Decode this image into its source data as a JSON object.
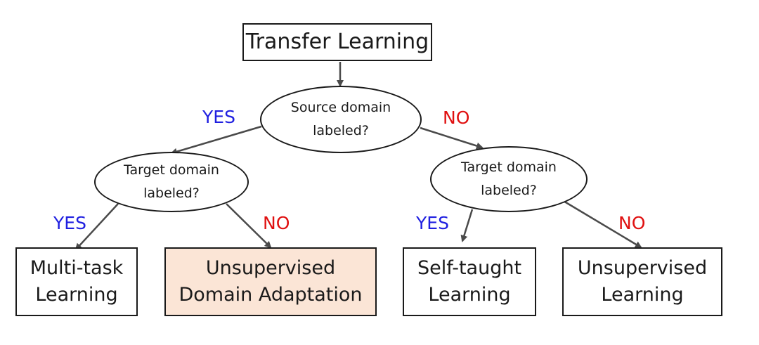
{
  "colors": {
    "yes": "#1f1fe0",
    "no": "#e01010",
    "highlight_fill": "#fbe5d6",
    "stroke": "#1a1a1a",
    "arrow": "#4a4a4a"
  },
  "root": {
    "label": "Transfer Learning"
  },
  "q_source": {
    "line1": "Source domain",
    "line2": "labeled?"
  },
  "q_target_left": {
    "line1": "Target domain",
    "line2": "labeled?"
  },
  "q_target_right": {
    "line1": "Target domain",
    "line2": "labeled?"
  },
  "leaves": {
    "multitask": {
      "line1": "Multi-task",
      "line2": "Learning"
    },
    "uda": {
      "line1": "Unsupervised",
      "line2": "Domain Adaptation"
    },
    "selftaught": {
      "line1": "Self-taught",
      "line2": "Learning"
    },
    "unsupervised": {
      "line1": "Unsupervised",
      "line2": "Learning"
    }
  },
  "edge_labels": {
    "source_yes": "YES",
    "source_no": "NO",
    "left_yes": "YES",
    "left_no": "NO",
    "right_yes": "YES",
    "right_no": "NO"
  }
}
